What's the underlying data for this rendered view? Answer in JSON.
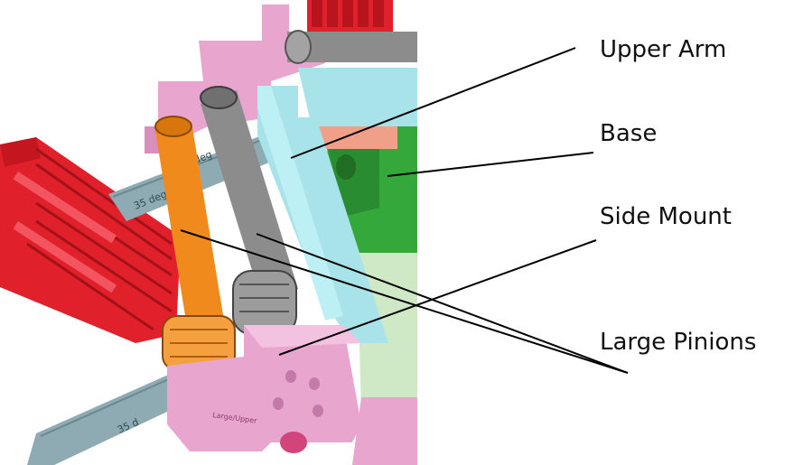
{
  "labels": {
    "upper_arm": "Upper Arm",
    "base": "Base",
    "side_mount": "Side Mount",
    "large_pinions": "Large Pinions"
  },
  "engravings": {
    "angle_a": "35 deg",
    "angle_b": "35 deg",
    "angle_c": "35 d",
    "plate": "Large/Upper"
  },
  "colors": {
    "red_rack": "#e0202a",
    "pink_part": "#e8a6cf",
    "light_blue": "#a9e3ea",
    "green_base": "#34a83a",
    "orange_pinion": "#f08a1c",
    "gray_shaft": "#8c8c8c",
    "slate_rack": "#8eaab3",
    "salmon": "#f0a088",
    "pale_green": "#cfe8c6"
  }
}
